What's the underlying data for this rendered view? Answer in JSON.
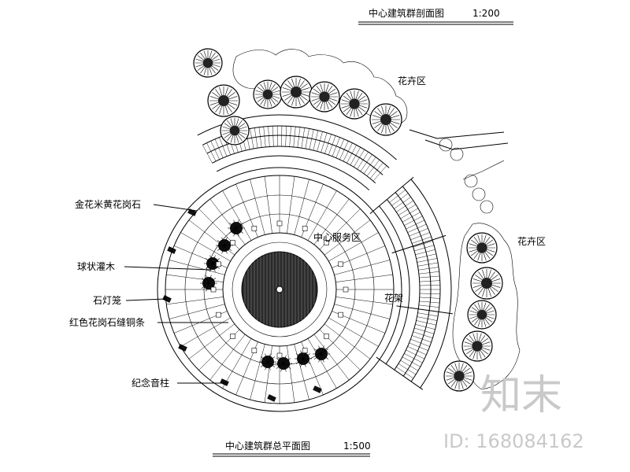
{
  "titles": {
    "section": "中心建筑群剖面图",
    "section_scale": "1:200",
    "plan": "中心建筑群总平面图",
    "plan_scale": "1:500"
  },
  "labels": {
    "flower_bed_top": "花卉区",
    "flower_bed_right": "花卉区",
    "service_area": "中心服务区",
    "pergola": "花架",
    "granite": "金花米黄花岗石",
    "shrub": "球状灌木",
    "lantern": "石灯笼",
    "red_granite": "红色花岗石缝铜条",
    "column": "纪念音柱"
  },
  "watermark": {
    "logo": "知末",
    "id": "ID: 168084162"
  }
}
